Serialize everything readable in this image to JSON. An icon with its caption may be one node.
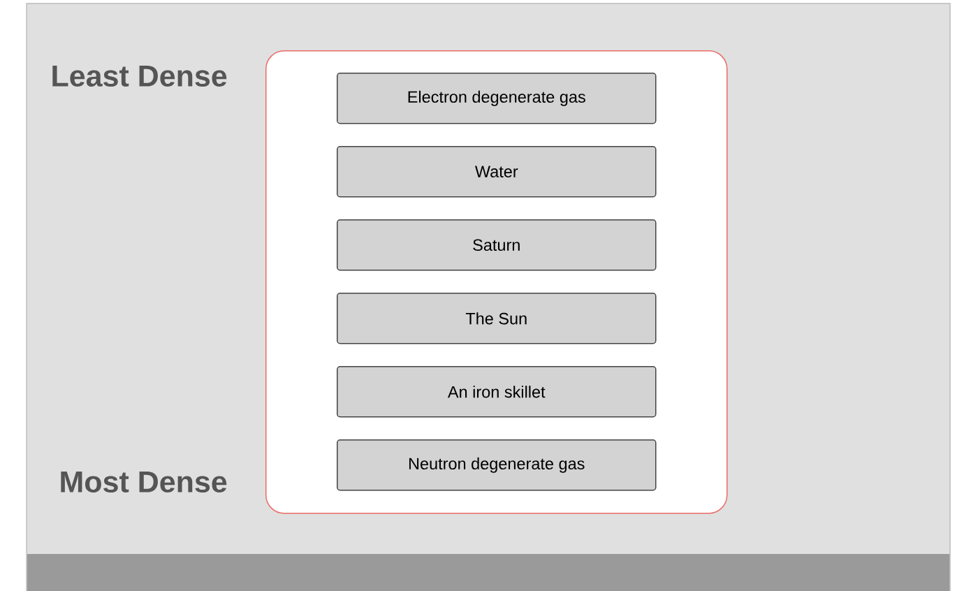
{
  "diagram": {
    "nodes": [
      {
        "text": [],
        "shape": "box"
      },
      {
        "text": [
          "Electron degenerate gas"
        ],
        "in": 0
      },
      {
        "text": [
          "Water"
        ],
        "in": 0
      },
      {
        "text": [
          "Saturn"
        ],
        "in": 0
      },
      {
        "text": [
          "The Sun"
        ],
        "in": 0
      },
      {
        "text": [
          "An iron skillet"
        ],
        "in": 0
      },
      {
        "text": [
          "Neutron degenerate gas"
        ],
        "in": 0
      }
    ],
    "labels": [
      "Least Dense",
      "Most Dense"
    ]
  }
}
